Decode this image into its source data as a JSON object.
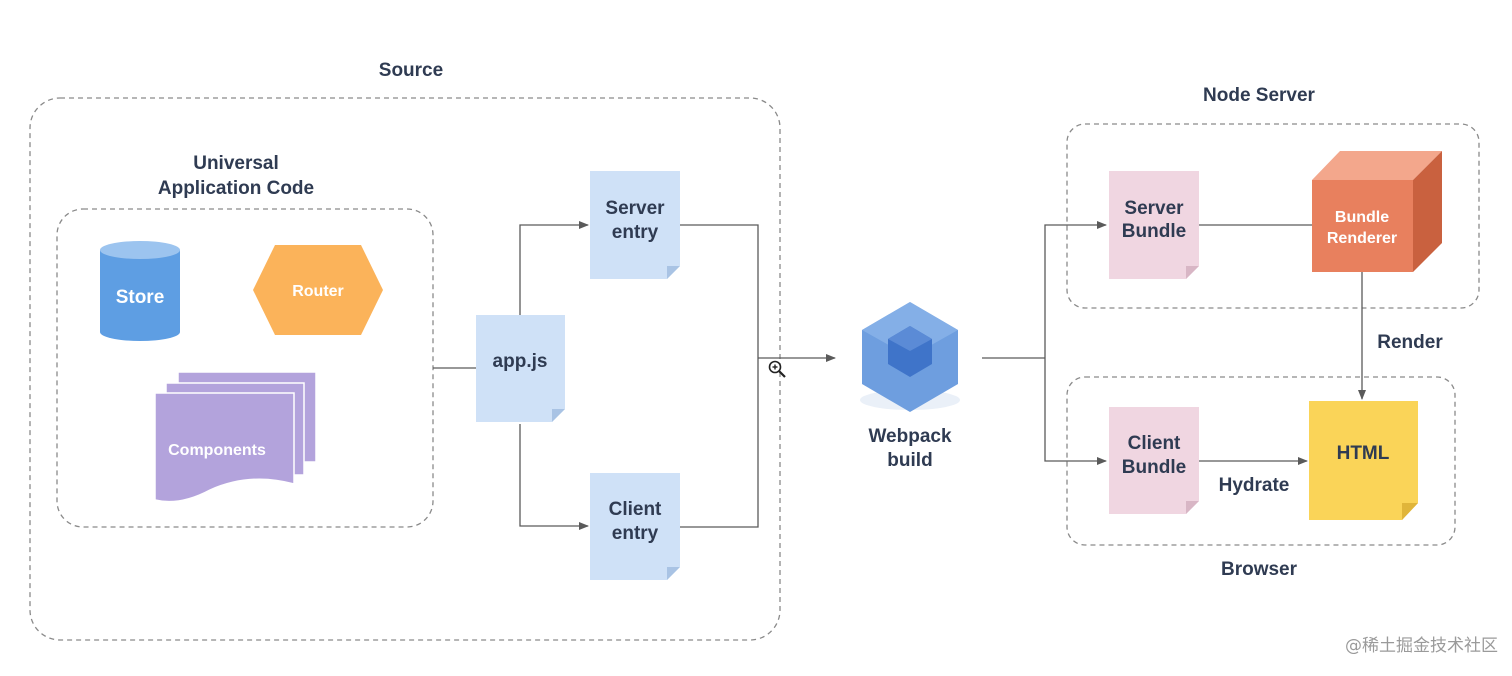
{
  "groups": {
    "source": "Source",
    "universal_line1": "Universal",
    "universal_line2": "Application Code",
    "node_server": "Node Server",
    "browser": "Browser"
  },
  "nodes": {
    "store": "Store",
    "router": "Router",
    "components": "Components",
    "app_js": "app.js",
    "server_entry_line1": "Server",
    "server_entry_line2": "entry",
    "client_entry_line1": "Client",
    "client_entry_line2": "entry",
    "webpack_line1": "Webpack",
    "webpack_line2": "build",
    "server_bundle_line1": "Server",
    "server_bundle_line2": "Bundle",
    "client_bundle_line1": "Client",
    "client_bundle_line2": "Bundle",
    "bundle_renderer_line1": "Bundle",
    "bundle_renderer_line2": "Renderer",
    "html": "HTML"
  },
  "edges": {
    "render": "Render",
    "hydrate": "Hydrate"
  },
  "watermark": "@稀土掘金技术社区",
  "colors": {
    "store": "#5e9ee3",
    "router": "#fbb35a",
    "components": "#b3a3dc",
    "file_blue": "#cfe1f7",
    "file_pink": "#f0d6e1",
    "webpack": "#6e9edf",
    "bundle_renderer": "#e8805e",
    "html_note": "#fad458"
  }
}
